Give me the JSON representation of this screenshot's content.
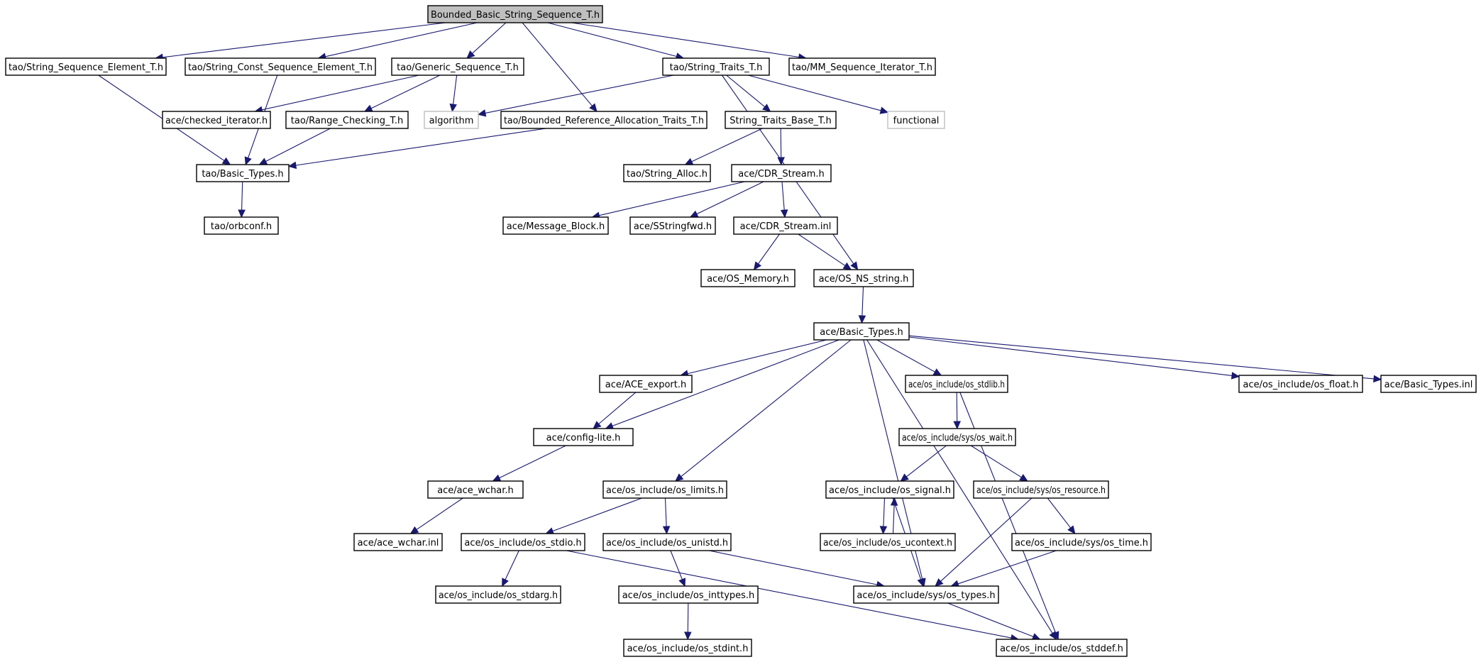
{
  "diagram": {
    "type": "include-dependency-graph",
    "colors": {
      "edge": "#191970",
      "root_fill": "#bfbfbf",
      "node_border": "#000000",
      "external_border": "#bfbfbf"
    },
    "nodes": [
      {
        "id": "root",
        "label": "Bounded_Basic_String_Sequence_T.h",
        "kind": "root"
      },
      {
        "id": "n1",
        "label": "tao/String_Sequence_Element_T.h"
      },
      {
        "id": "n2",
        "label": "tao/String_Const_Sequence_Element_T.h"
      },
      {
        "id": "n3",
        "label": "tao/Generic_Sequence_T.h"
      },
      {
        "id": "n4",
        "label": "tao/String_Traits_T.h"
      },
      {
        "id": "n5",
        "label": "tao/MM_Sequence_Iterator_T.h"
      },
      {
        "id": "n6",
        "label": "ace/checked_iterator.h"
      },
      {
        "id": "n7",
        "label": "tao/Range_Checking_T.h"
      },
      {
        "id": "n8",
        "label": "algorithm",
        "kind": "external"
      },
      {
        "id": "n9",
        "label": "tao/Bounded_Reference_Allocation_Traits_T.h"
      },
      {
        "id": "n10",
        "label": "String_Traits_Base_T.h"
      },
      {
        "id": "n11",
        "label": "functional",
        "kind": "external"
      },
      {
        "id": "n12",
        "label": "tao/Basic_Types.h"
      },
      {
        "id": "n13",
        "label": "tao/String_Alloc.h"
      },
      {
        "id": "n14",
        "label": "ace/CDR_Stream.h"
      },
      {
        "id": "n15",
        "label": "tao/orbconf.h"
      },
      {
        "id": "n16",
        "label": "ace/Message_Block.h"
      },
      {
        "id": "n17",
        "label": "ace/SStringfwd.h"
      },
      {
        "id": "n18",
        "label": "ace/CDR_Stream.inl"
      },
      {
        "id": "n19",
        "label": "ace/OS_Memory.h"
      },
      {
        "id": "n20",
        "label": "ace/OS_NS_string.h"
      },
      {
        "id": "n21",
        "label": "ace/Basic_Types.h"
      },
      {
        "id": "n22",
        "label": "ace/ACE_export.h"
      },
      {
        "id": "n23",
        "label": "ace/os_include/os_stdlib.h"
      },
      {
        "id": "n24",
        "label": "ace/os_include/os_float.h"
      },
      {
        "id": "n25",
        "label": "ace/Basic_Types.inl"
      },
      {
        "id": "n26",
        "label": "ace/config-lite.h"
      },
      {
        "id": "n27",
        "label": "ace/os_include/sys/os_wait.h"
      },
      {
        "id": "n28",
        "label": "ace/ace_wchar.h"
      },
      {
        "id": "n29",
        "label": "ace/os_include/os_limits.h"
      },
      {
        "id": "n30",
        "label": "ace/os_include/os_signal.h"
      },
      {
        "id": "n31",
        "label": "ace/os_include/sys/os_resource.h"
      },
      {
        "id": "n32",
        "label": "ace/ace_wchar.inl"
      },
      {
        "id": "n33",
        "label": "ace/os_include/os_stdio.h"
      },
      {
        "id": "n34",
        "label": "ace/os_include/os_unistd.h"
      },
      {
        "id": "n35",
        "label": "ace/os_include/os_ucontext.h"
      },
      {
        "id": "n36",
        "label": "ace/os_include/sys/os_time.h"
      },
      {
        "id": "n37",
        "label": "ace/os_include/os_stdarg.h"
      },
      {
        "id": "n38",
        "label": "ace/os_include/os_inttypes.h"
      },
      {
        "id": "n39",
        "label": "ace/os_include/sys/os_types.h"
      },
      {
        "id": "n40",
        "label": "ace/os_include/os_stdint.h"
      },
      {
        "id": "n41",
        "label": "ace/os_include/os_stddef.h"
      }
    ],
    "edges": [
      [
        "root",
        "n1"
      ],
      [
        "root",
        "n2"
      ],
      [
        "root",
        "n3"
      ],
      [
        "root",
        "n9"
      ],
      [
        "root",
        "n4"
      ],
      [
        "root",
        "n5"
      ],
      [
        "n1",
        "n12"
      ],
      [
        "n2",
        "n12"
      ],
      [
        "n3",
        "n6"
      ],
      [
        "n3",
        "n7"
      ],
      [
        "n3",
        "n8"
      ],
      [
        "n4",
        "n8"
      ],
      [
        "n4",
        "n10"
      ],
      [
        "n4",
        "n11"
      ],
      [
        "n4",
        "n20"
      ],
      [
        "n7",
        "n12"
      ],
      [
        "n9",
        "n12"
      ],
      [
        "n12",
        "n15"
      ],
      [
        "n10",
        "n13"
      ],
      [
        "n10",
        "n14"
      ],
      [
        "n14",
        "n16"
      ],
      [
        "n14",
        "n17"
      ],
      [
        "n14",
        "n18"
      ],
      [
        "n18",
        "n19"
      ],
      [
        "n18",
        "n20"
      ],
      [
        "n20",
        "n21"
      ],
      [
        "n21",
        "n26"
      ],
      [
        "n21",
        "n22"
      ],
      [
        "n21",
        "n29"
      ],
      [
        "n21",
        "n39"
      ],
      [
        "n21",
        "n23"
      ],
      [
        "n21",
        "n41"
      ],
      [
        "n21",
        "n24"
      ],
      [
        "n21",
        "n25"
      ],
      [
        "n22",
        "n26"
      ],
      [
        "n26",
        "n28"
      ],
      [
        "n28",
        "n32"
      ],
      [
        "n23",
        "n27"
      ],
      [
        "n23",
        "n41"
      ],
      [
        "n27",
        "n30"
      ],
      [
        "n27",
        "n31"
      ],
      [
        "n29",
        "n33"
      ],
      [
        "n29",
        "n34"
      ],
      [
        "n30",
        "n35"
      ],
      [
        "n30",
        "n39"
      ],
      [
        "n35",
        "n30"
      ],
      [
        "n31",
        "n36"
      ],
      [
        "n31",
        "n39"
      ],
      [
        "n36",
        "n39"
      ],
      [
        "n33",
        "n37"
      ],
      [
        "n33",
        "n41"
      ],
      [
        "n34",
        "n38"
      ],
      [
        "n34",
        "n39"
      ],
      [
        "n38",
        "n40"
      ],
      [
        "n39",
        "n41"
      ]
    ]
  }
}
